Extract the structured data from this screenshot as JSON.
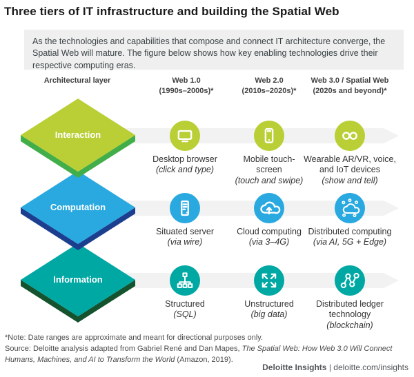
{
  "title": "Three tiers of IT infrastructure and building the Spatial Web",
  "intro": "As the technologies and capabilities that compose and connect IT architecture converge, the Spatial Web will mature. The figure below shows how key enabling technologies drive their respective computing eras.",
  "columns": {
    "layer_header": "Architectural layer",
    "web1": "Web 1.0\n(1990s–2000s)*",
    "web2": "Web 2.0\n(2010s–2020s)*",
    "web3": "Web 3.0 / Spatial Web\n(2020s and beyond)*"
  },
  "layers": [
    {
      "name": "Interaction",
      "top_color": "#b9cf35",
      "side_color": "#41ae49"
    },
    {
      "name": "Computation",
      "top_color": "#29a9e0",
      "side_color": "#1b3e8f"
    },
    {
      "name": "Information",
      "top_color": "#00a8a4",
      "side_color": "#15522e"
    }
  ],
  "arrow_band_color": "#f2f2f2",
  "rows": [
    {
      "layer": "Interaction",
      "cells": [
        {
          "icon": "desktop-browser-icon",
          "label": "Desktop browser",
          "sublabel": "(click and type)"
        },
        {
          "icon": "mobile-touchscreen-icon",
          "label": "Mobile touch-\nscreen",
          "sublabel": "(touch and swipe)"
        },
        {
          "icon": "wearable-glasses-icon",
          "label": "Wearable AR/VR, voice,\nand IoT devices",
          "sublabel": "(show and tell)"
        }
      ]
    },
    {
      "layer": "Computation",
      "cells": [
        {
          "icon": "situated-server-icon",
          "label": "Situated server",
          "sublabel": "(via wire)"
        },
        {
          "icon": "cloud-computing-icon",
          "label": "Cloud computing",
          "sublabel": "(via 3–4G)"
        },
        {
          "icon": "distributed-computing-icon",
          "label": "Distributed computing",
          "sublabel": "(via AI, 5G + Edge)"
        }
      ]
    },
    {
      "layer": "Information",
      "cells": [
        {
          "icon": "structured-data-icon",
          "label": "Structured",
          "sublabel": "(SQL)"
        },
        {
          "icon": "unstructured-data-icon",
          "label": "Unstructured",
          "sublabel": "(big data)"
        },
        {
          "icon": "distributed-ledger-icon",
          "label": "Distributed ledger\ntechnology",
          "sublabel": "(blockchain)"
        }
      ]
    }
  ],
  "footnote": "*Note: Date ranges are approximate and meant for directional purposes only.",
  "source": {
    "prefix": "Source: Deloitte analysis adapted from Gabriel René and Dan Mapes, ",
    "italic": "The Spatial Web: How Web 3.0 Will Connect Humans, Machines, and AI to Transform the World",
    "suffix": " (Amazon, 2019)."
  },
  "footer": {
    "brand": "Deloitte Insights",
    "rest": " | deloitte.com/insights"
  }
}
